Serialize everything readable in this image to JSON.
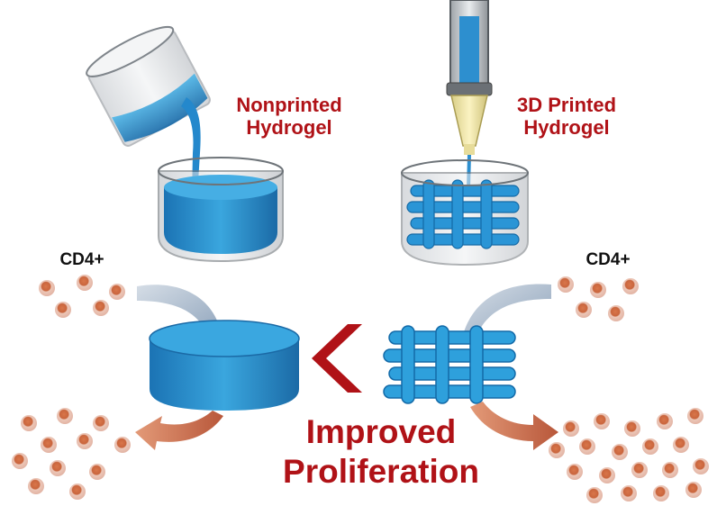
{
  "labels": {
    "nonprinted_line1": "Nonprinted",
    "nonprinted_line2": "Hydrogel",
    "printed_line1": "3D Printed",
    "printed_line2": "Hydrogel",
    "cd4_left": "CD4+",
    "cd4_right": "CD4+",
    "result_line1": "Improved",
    "result_line2": "Proliferation"
  },
  "colors": {
    "label_red": "#b01217",
    "label_black": "#111111",
    "hydrogel_blue": "#1f86c8",
    "cell_fill": "#d9764a",
    "arrow_in": "#9fb2c8",
    "arrow_out": "#c9694a",
    "chevron": "#b01217"
  }
}
